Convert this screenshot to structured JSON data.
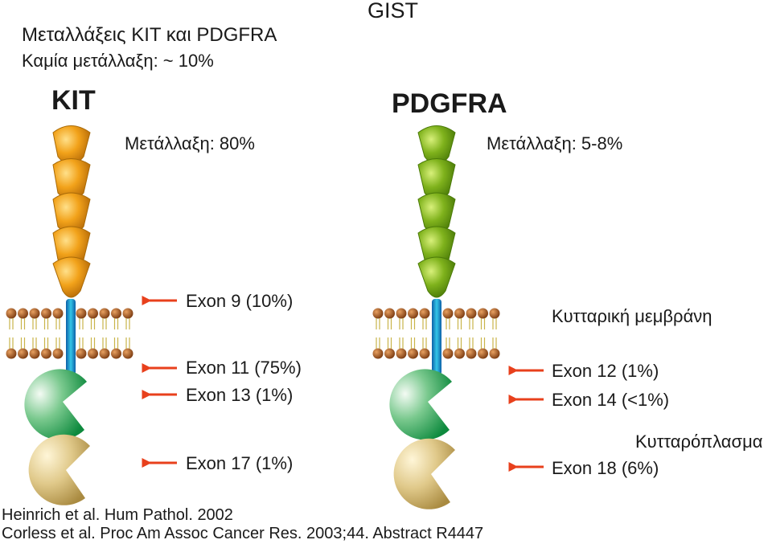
{
  "title": "GIST",
  "subtitle": "Μεταλλάξεις KIT και PDGFRA",
  "no_mutation": "Καμία μετάλλαξη: ~ 10%",
  "kit": {
    "name": "KIT",
    "mutation": "Μετάλλαξη: 80%",
    "exons": [
      "Exon 9 (10%)",
      "Exon 11 (75%)",
      "Exon 13 (1%)",
      "Exon 17 (1%)"
    ],
    "color": "#f2a21a"
  },
  "pdgfra": {
    "name": "PDGFRA",
    "mutation": "Μετάλλαξη: 5-8%",
    "exons": [
      "Exon 12 (1%)",
      "Exon 14 (<1%)",
      "Exon 18 (6%)"
    ],
    "color": "#7fb21c"
  },
  "membrane_label": "Κυτταρική μεμβράνη",
  "cytoplasm_label": "Κυτταρόπλασμα",
  "references": [
    "Heinrich et al. Hum Pathol. 2002",
    "Corless et al. Proc Am Assoc Cancer Res. 2003;44. Abstract R4447"
  ],
  "arrow_color": "#e8401c",
  "kinase_color": "#1a9a4a",
  "kinase2_color": "#d9c27a"
}
